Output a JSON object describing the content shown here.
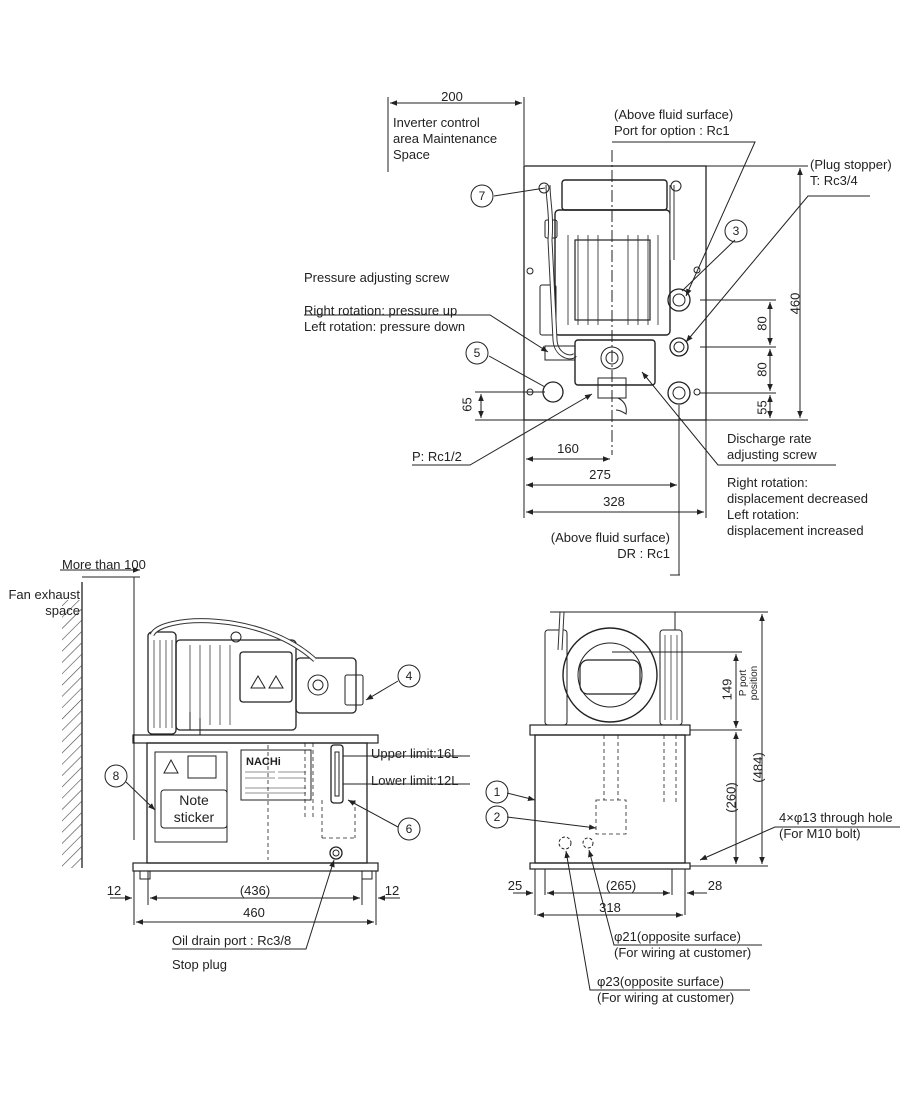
{
  "top_view": {
    "dim_200": "200",
    "maintenance_space": "Inverter control\narea Maintenance\nSpace",
    "option_port": "(Above fluid surface)\nPort for option : Rc1",
    "plug_stopper": "(Plug stopper)\nT: Rc3/4",
    "pressure_screw_title": "Pressure adjusting screw",
    "pressure_screw_note": "Right rotation: pressure up\nLeft rotation: pressure down",
    "dim_460": "460",
    "dim_80a": "80",
    "dim_80b": "80",
    "dim_55": "55",
    "dim_65": "65",
    "port_p": "P: Rc1/2",
    "dim_160": "160",
    "dim_275": "275",
    "dim_328": "328",
    "discharge_screw_title": "Discharge rate\nadjusting screw",
    "discharge_screw_note": "Right rotation:\ndisplacement decreased\nLeft rotation:\ndisplacement increased",
    "drain_port": "(Above fluid surface)\nDR : Rc1"
  },
  "front_view": {
    "more_than_100": "More than 100",
    "fan_exhaust": "Fan exhaust\nspace",
    "upper_limit": "Upper limit:16L",
    "lower_limit": "Lower limit:12L",
    "note_sticker": "Note\nsticker",
    "dim_12_left": "12",
    "dim_436": "(436)",
    "dim_12_right": "12",
    "dim_460": "460",
    "oil_drain": "Oil drain port : Rc3/8",
    "stop_plug": "Stop plug",
    "brand": "NACHi"
  },
  "side_view": {
    "dim_149": "149",
    "p_port_position": "P port\nposition",
    "dim_484": "(484)",
    "dim_260": "(260)",
    "through_hole": "4×φ13 through hole\n(For M10 bolt)",
    "dim_25": "25",
    "dim_265": "(265)",
    "dim_28": "28",
    "dim_318": "318",
    "phi21": "φ21(opposite surface)\n(For wiring at customer)",
    "phi23": "φ23(opposite surface)\n(For wiring at customer)"
  },
  "balloons": [
    "1",
    "2",
    "3",
    "4",
    "5",
    "6",
    "7",
    "8"
  ]
}
